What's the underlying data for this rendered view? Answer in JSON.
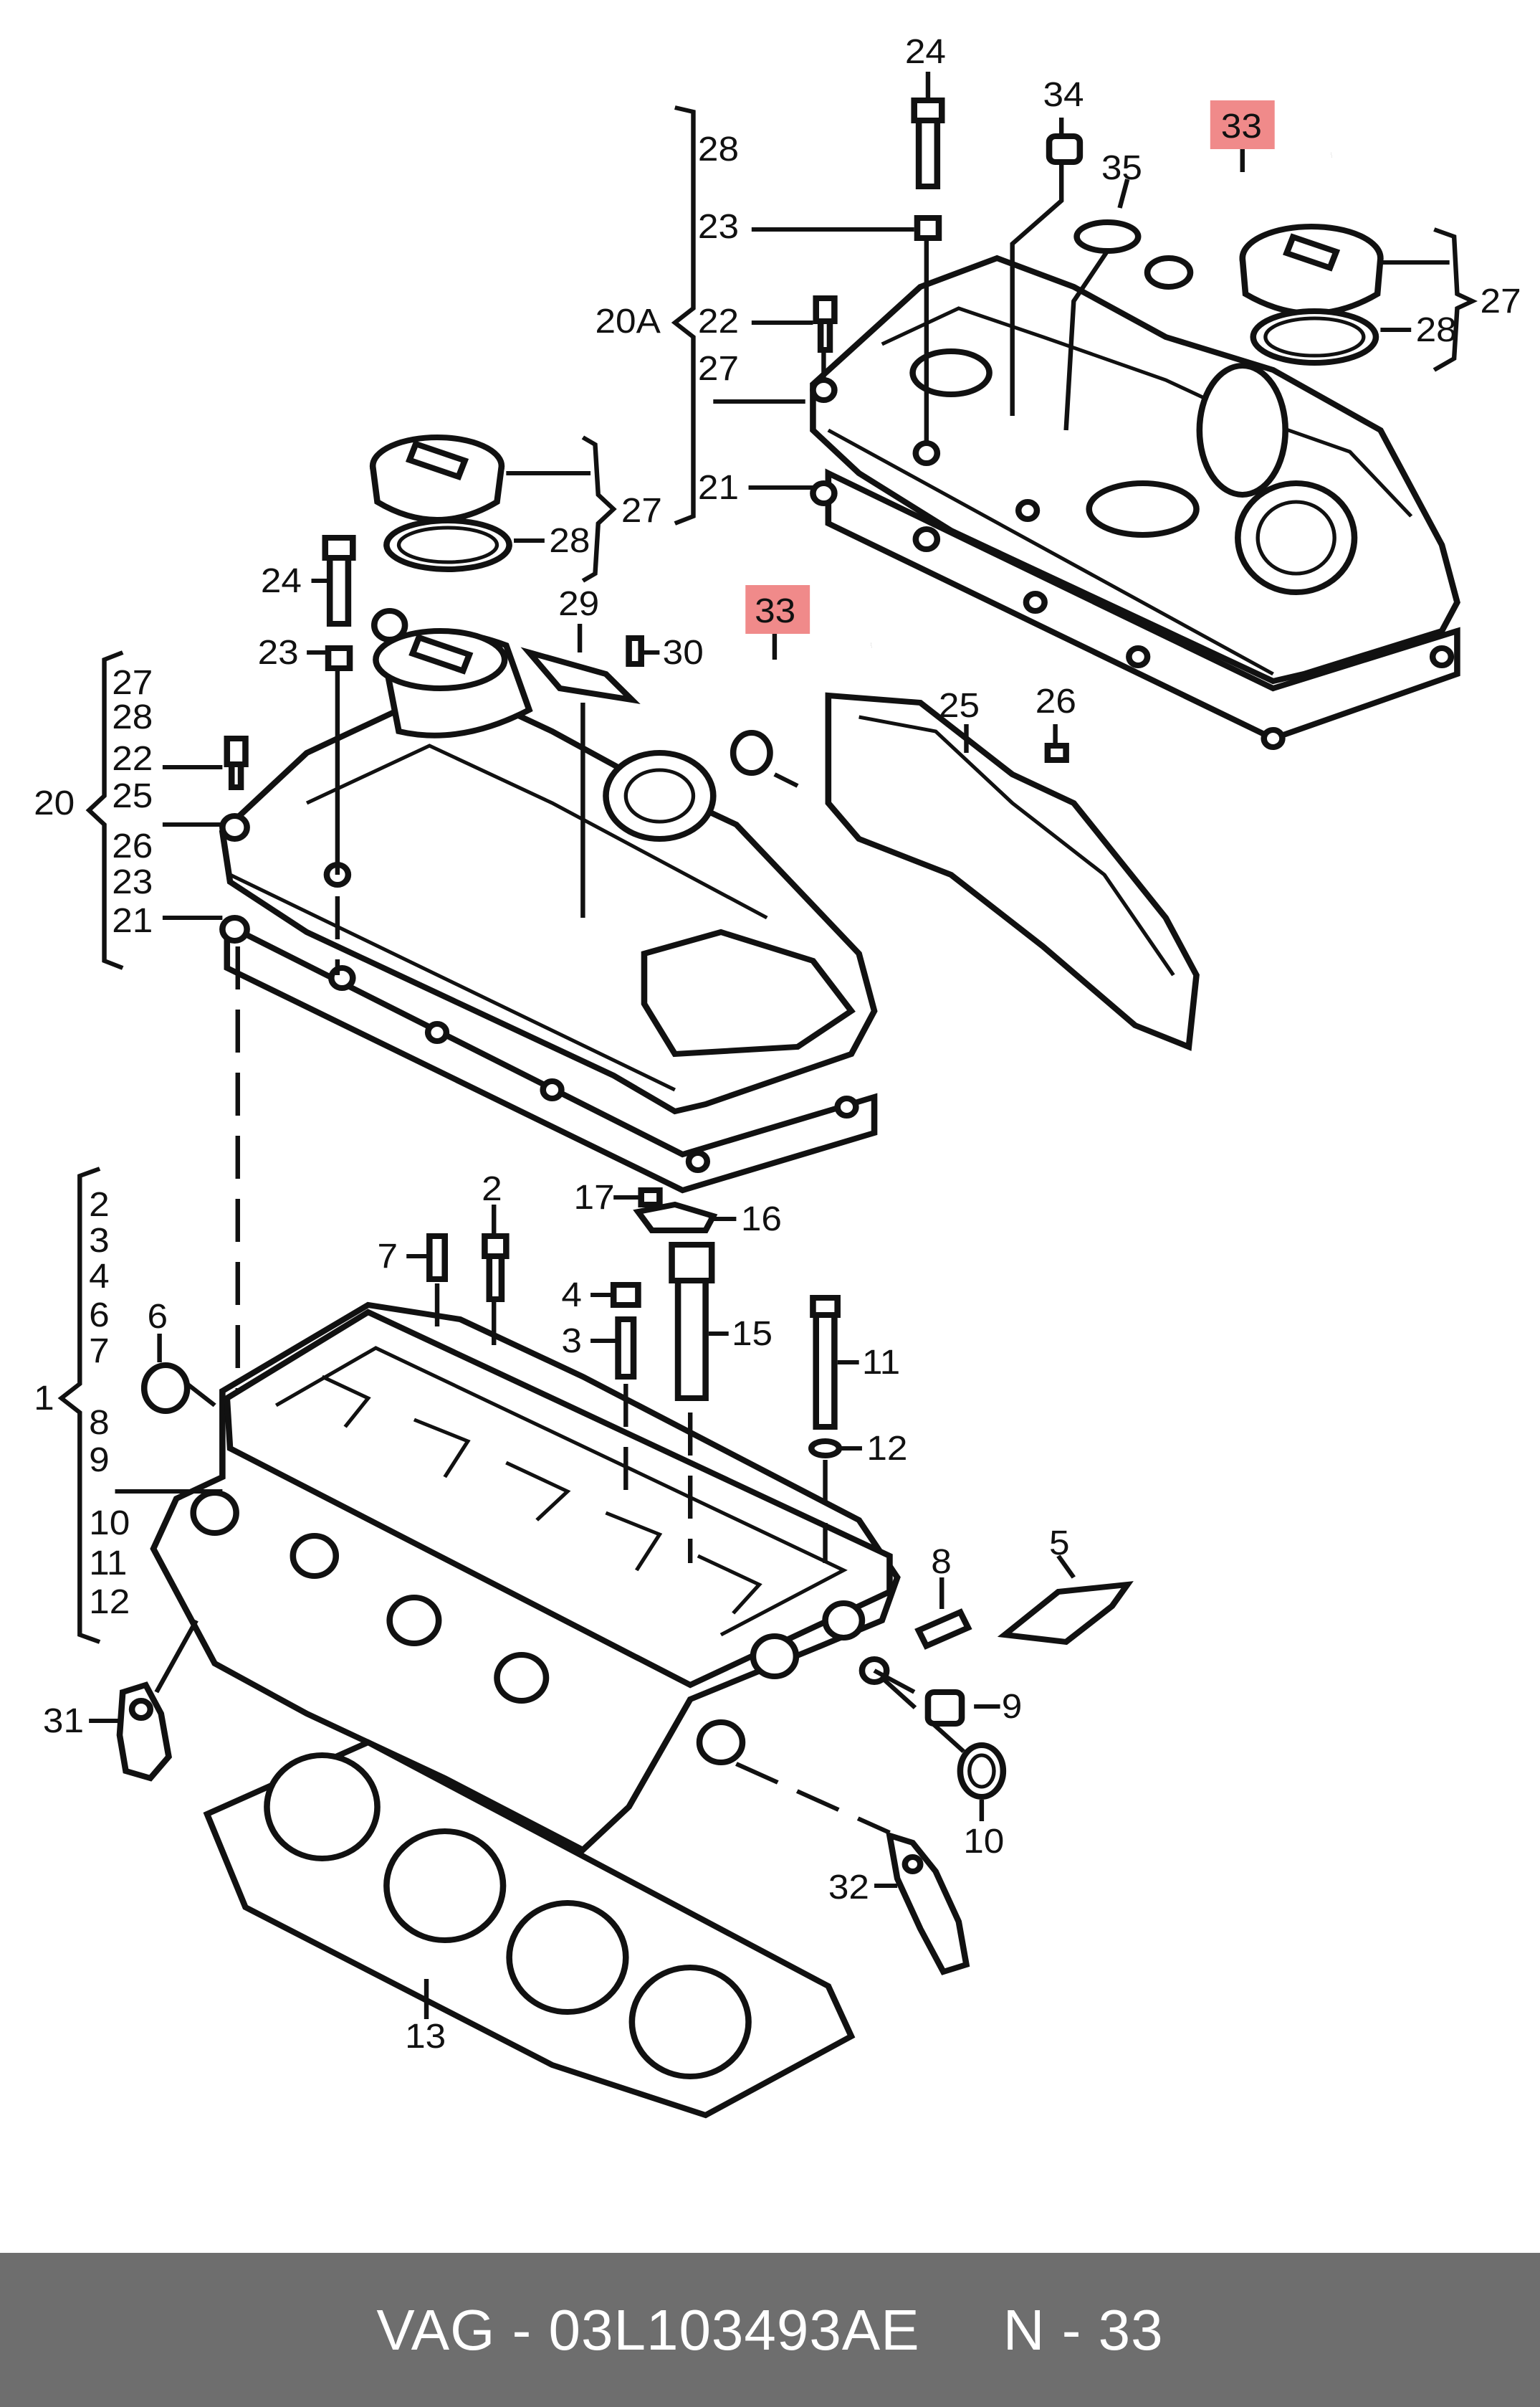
{
  "diagram": {
    "labels": {
      "l24a": "24",
      "l34": "34",
      "l33a": "33",
      "l28a": "28",
      "l35": "35",
      "l23a": "23",
      "l20A": "20A",
      "l22a": "22",
      "l27a": "27",
      "l21a": "21",
      "l27b": "27",
      "l28b": "28",
      "l27c": "27",
      "l28c": "28",
      "l24b": "24",
      "l29": "29",
      "l33b": "33",
      "l23b": "23",
      "l30": "30",
      "l25": "25",
      "l26": "26",
      "l27d": "27",
      "l28d": "28",
      "l22b": "22",
      "l20": "20",
      "l25b": "25",
      "l26b": "26",
      "l23c": "23",
      "l21b": "21",
      "l2a": "2",
      "l3a": "3",
      "l4a": "4",
      "l6a": "6",
      "l7a": "7",
      "l1": "1",
      "l8a": "8",
      "l9a": "9",
      "l10a": "10",
      "l11a": "11",
      "l12a": "12",
      "l2b": "2",
      "l17": "17",
      "l16": "16",
      "l7b": "7",
      "l6b": "6",
      "l4b": "4",
      "l3b": "3",
      "l15": "15",
      "l11b": "11",
      "l12b": "12",
      "l8b": "8",
      "l5": "5",
      "l9b": "9",
      "l10b": "10",
      "l31": "31",
      "l32": "32",
      "l13": "13"
    }
  },
  "footer": {
    "brand": "VAG",
    "sep1": " - ",
    "part_number": "03L103493AE",
    "gap": "     ",
    "ref_prefix": "N - ",
    "ref_number": "33"
  },
  "colors": {
    "highlight": "#f08a8a",
    "footer_bg": "#6e6e6e",
    "footer_text": "#ffffff"
  }
}
